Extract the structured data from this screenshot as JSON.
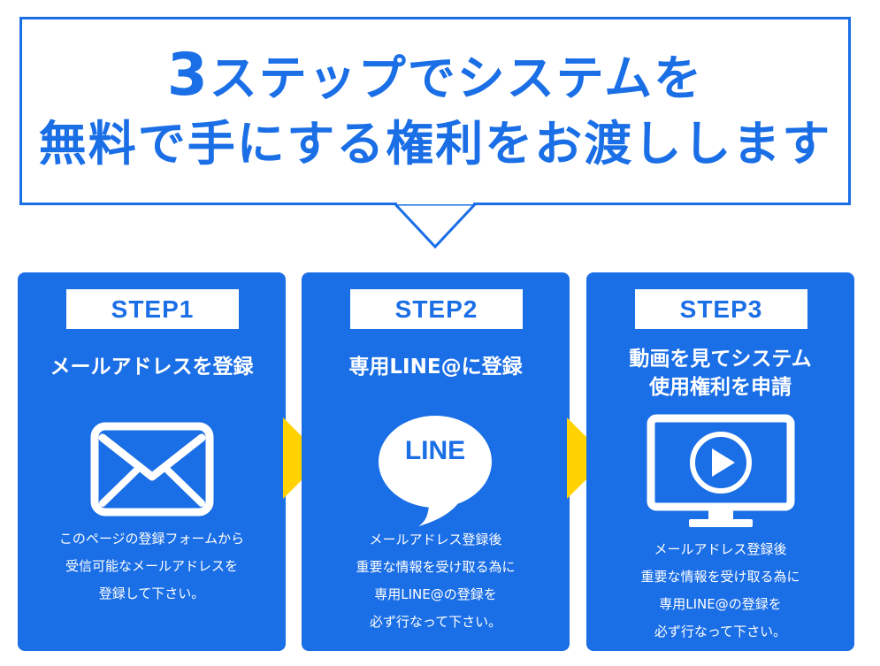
{
  "header": {
    "headline_number": "3",
    "headline_line1": "ステップでシステムを",
    "headline_line2": "無料で手にする権利をお渡しします"
  },
  "steps": [
    {
      "label": "STEP1",
      "title": "メールアドレスを登録",
      "icon": "envelope-icon",
      "description": [
        "このページの登録フォームから",
        "受信可能なメールアドレスを",
        "登録して下さい。"
      ]
    },
    {
      "label": "STEP2",
      "title": "専用LINE@に登録",
      "icon": "line-chat-icon",
      "icon_text": "LINE",
      "description": [
        "メールアドレス登録後",
        "重要な情報を受け取る為に",
        "専用LINE@の登録を",
        "必ず行なって下さい。"
      ]
    },
    {
      "label": "STEP3",
      "title_lines": [
        "動画を見てシステム",
        "使用権利を申請"
      ],
      "icon": "video-monitor-icon",
      "description": [
        "メールアドレス登録後",
        "重要な情報を受け取る為に",
        "専用LINE@の登録を",
        "必ず行なって下さい。"
      ]
    }
  ],
  "colors": {
    "primary_blue": "#1a6ee6",
    "arrow_yellow": "#ffd200",
    "white": "#ffffff"
  }
}
